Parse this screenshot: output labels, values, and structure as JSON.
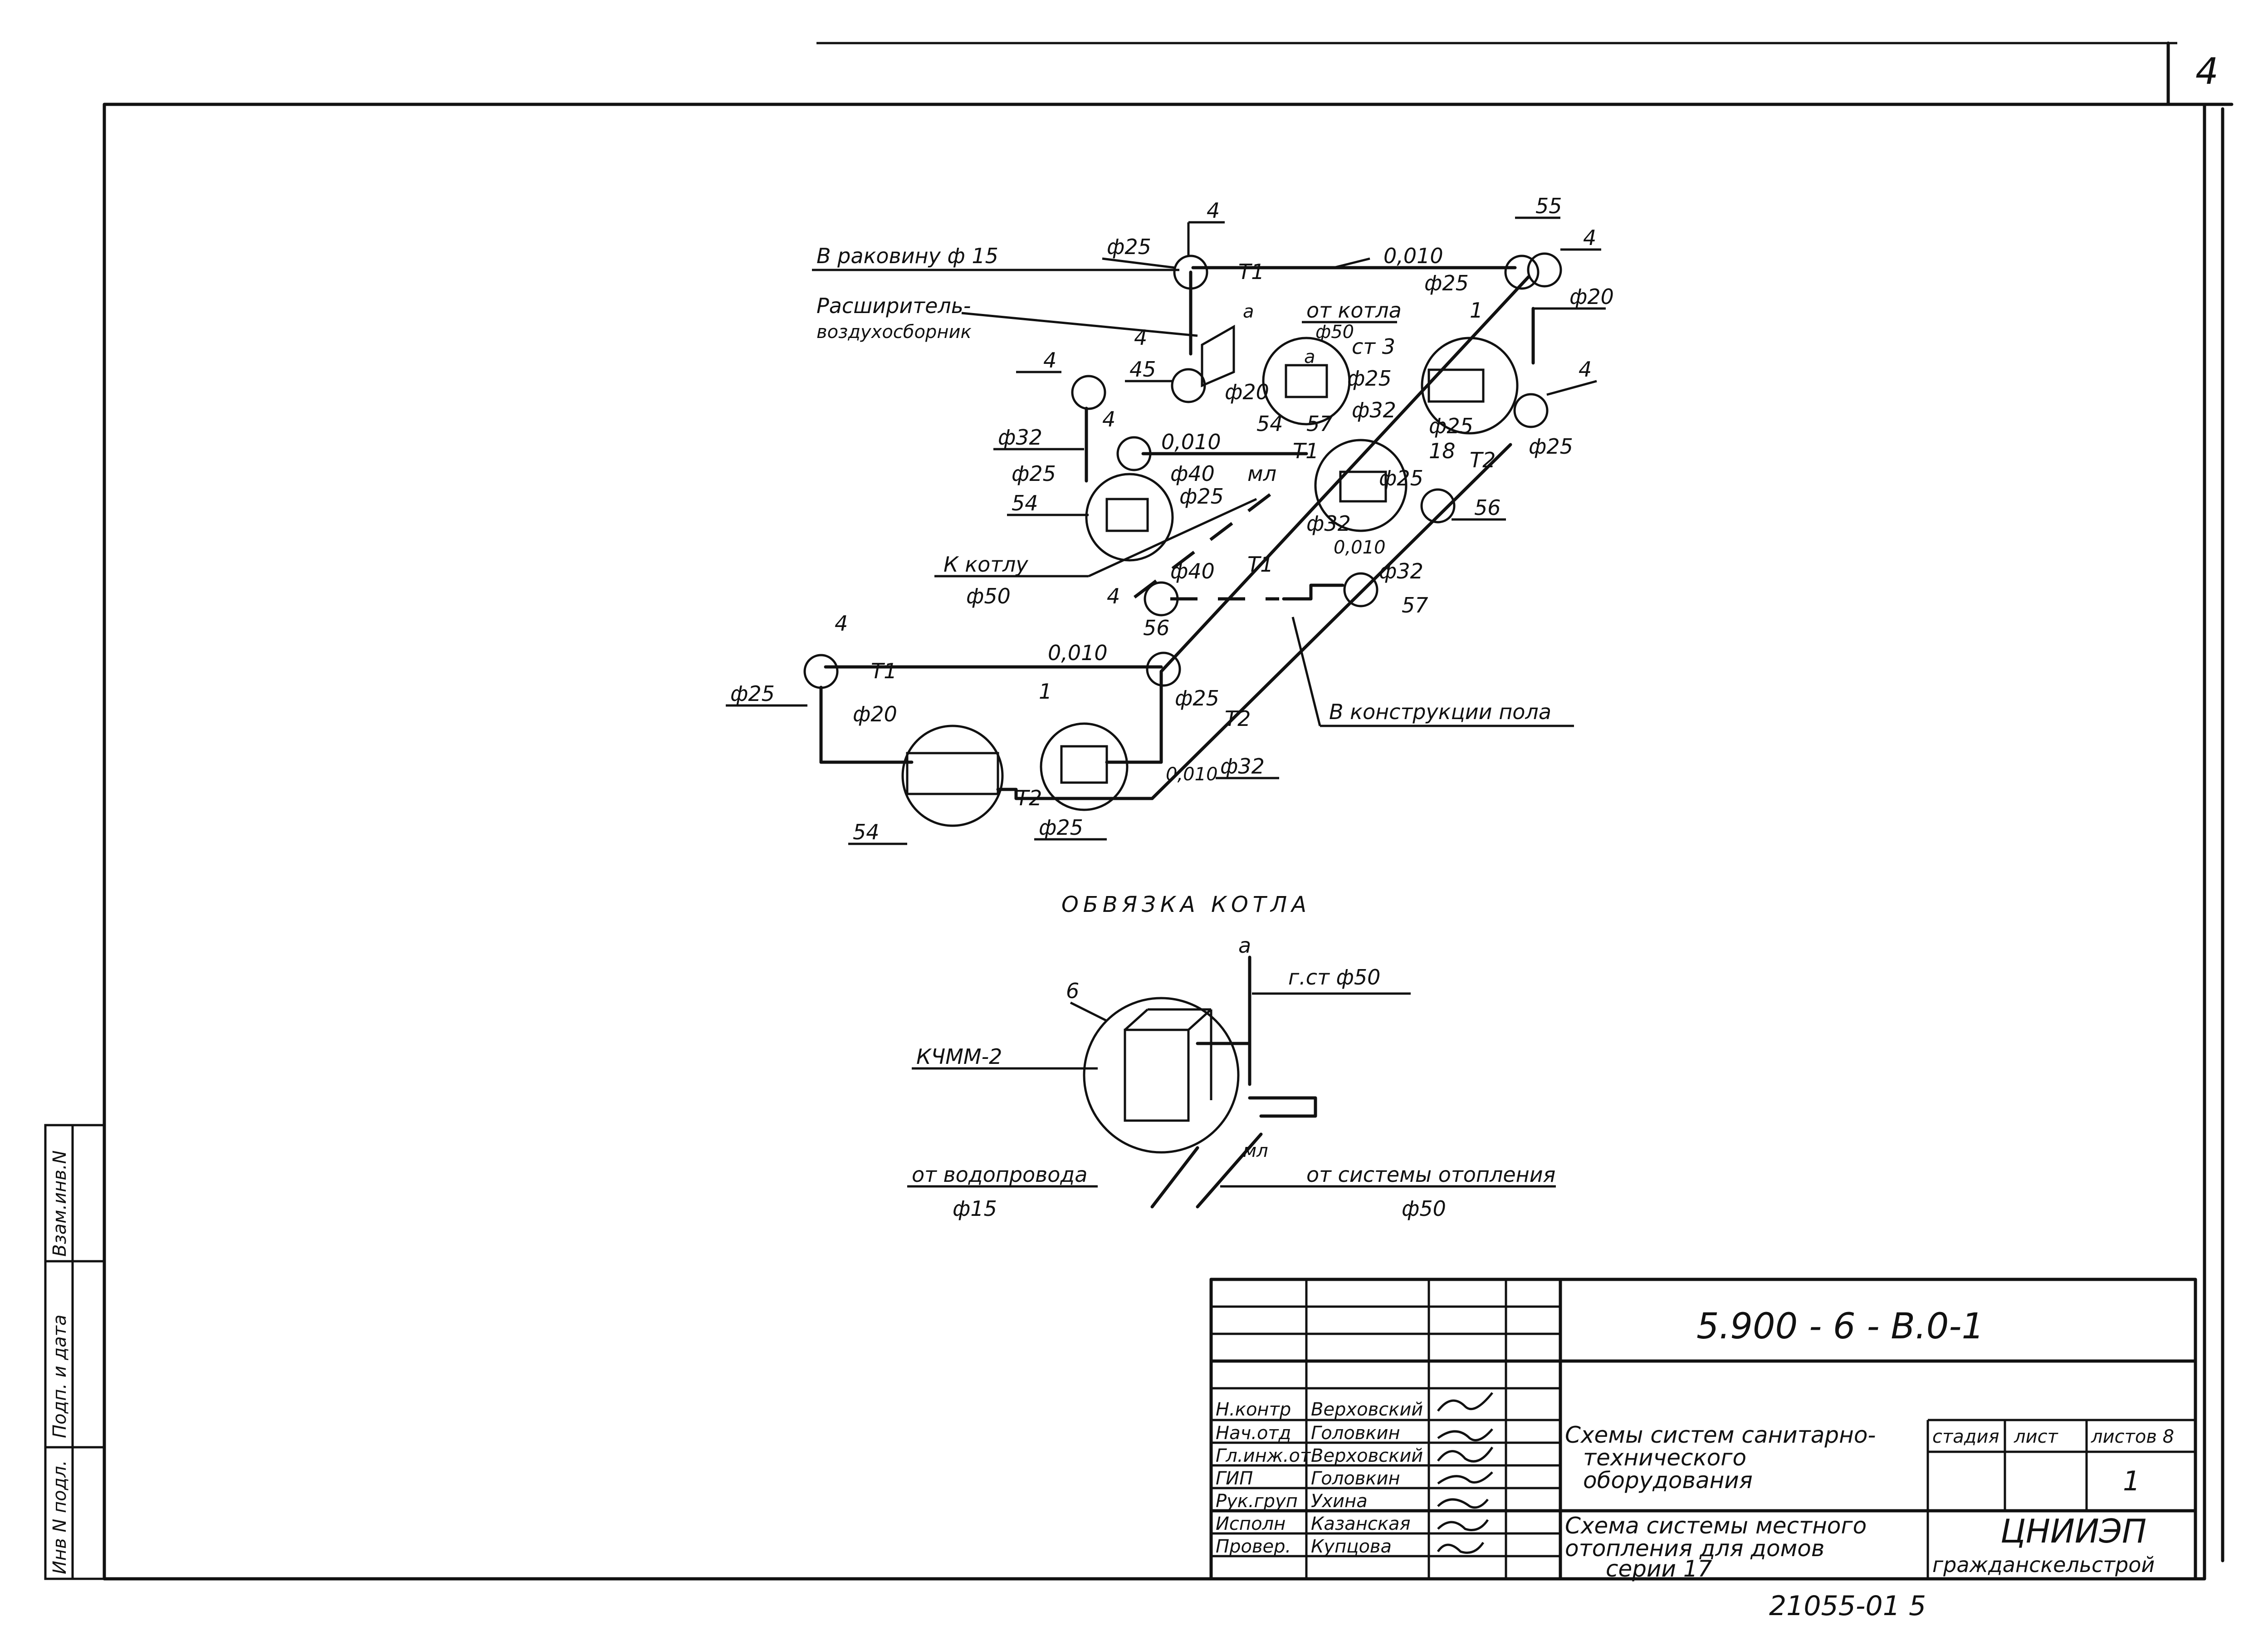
{
  "sheet": {
    "page_number": "4",
    "bottom_code": "21055-01  5"
  },
  "diagram": {
    "labels": {
      "sink": "В раковину ф 15",
      "expander": "Расширитель-",
      "expander2": "воздухосборник",
      "to_boiler": "К котлу",
      "to_boiler_d": "ф50",
      "from_boiler": "от котла",
      "from_boiler_d": "ф50",
      "in_floor": "В конструкции пола",
      "st3": "ст 3",
      "ml": "мл",
      "slope": "0,010",
      "t1": "T1",
      "t2": "T2",
      "d15": "ф 15",
      "d20": "ф20",
      "d25": "ф25",
      "d32": "ф32",
      "d40": "ф40",
      "d50": "ф50",
      "n1": "1",
      "n4": "4",
      "n6": "6",
      "n18": "18",
      "n45": "45",
      "n54": "54",
      "n55": "55",
      "n56": "56",
      "n57": "57",
      "a": "а"
    },
    "boiler_section": {
      "title": "ОБВЯЗКА КОТЛА",
      "boiler_model": "КЧММ-2",
      "num6": "6",
      "gas": "г.ст ф50",
      "from_water": "от водопровода",
      "from_water_d": "ф15",
      "from_heating": "от системы отопления",
      "from_heating_d": "ф50",
      "valve_label": "мл",
      "a": "а"
    }
  },
  "side_stamp": {
    "inv_podl": "Инв N подл.",
    "podp_data": "Подп. и дата",
    "vzam": "Взам.инв.N"
  },
  "title_block": {
    "code": "5.900 - 6 - В.0-1",
    "roles": [
      "Н.контр",
      "Нач.отд",
      "Гл.инж.от",
      "ГИП",
      "Рук.груп",
      "Исполн",
      "Провер."
    ],
    "names": [
      "Верховский",
      "Головкин",
      "Верховский",
      "Головкин",
      "Ухина",
      "Казанская",
      "Купцова"
    ],
    "title1": "Схемы систем санитарно-",
    "title2": "технического",
    "title3": "оборудования",
    "sheet_title1": "Схема системы местного",
    "sheet_title2": "отопления для домов",
    "sheet_title3": "серии 17",
    "stage_header": "стадия",
    "sheet_header": "лист",
    "sheets_header": "листов 8",
    "sheet_value": "1",
    "org1": "ЦНИИЭП",
    "org2": "гражданскельстрой"
  }
}
